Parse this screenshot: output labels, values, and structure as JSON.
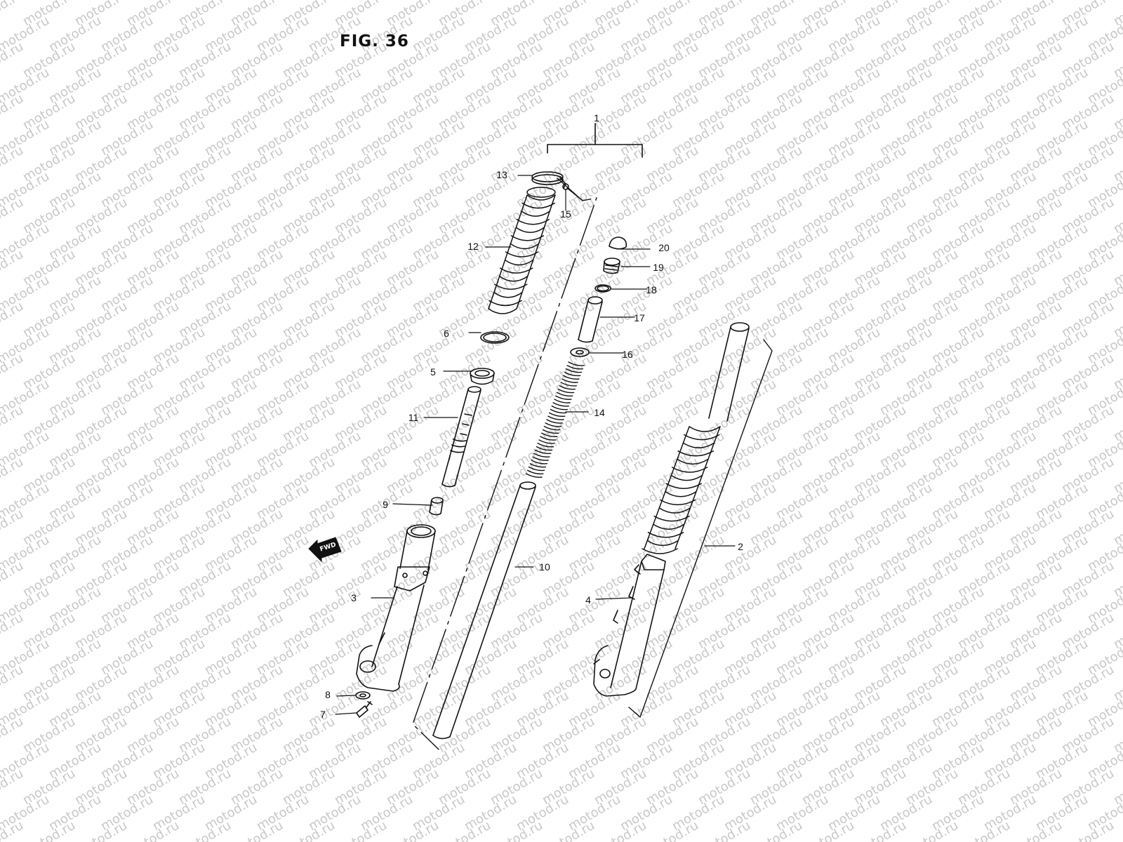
{
  "figure": {
    "title": "FIG. 36",
    "watermark_text": "motod.ru",
    "forward_marker": "FWD"
  },
  "callouts": [
    {
      "id": "1",
      "text": "1"
    },
    {
      "id": "2",
      "text": "2"
    },
    {
      "id": "3",
      "text": "3"
    },
    {
      "id": "4",
      "text": "4"
    },
    {
      "id": "5",
      "text": "5"
    },
    {
      "id": "6",
      "text": "6"
    },
    {
      "id": "7",
      "text": "7"
    },
    {
      "id": "8",
      "text": "8"
    },
    {
      "id": "9",
      "text": "9"
    },
    {
      "id": "10",
      "text": "10"
    },
    {
      "id": "11",
      "text": "11"
    },
    {
      "id": "12",
      "text": "12"
    },
    {
      "id": "13",
      "text": "13"
    },
    {
      "id": "14",
      "text": "14"
    },
    {
      "id": "15",
      "text": "15"
    },
    {
      "id": "16",
      "text": "16"
    },
    {
      "id": "17",
      "text": "17"
    },
    {
      "id": "18",
      "text": "18"
    },
    {
      "id": "19",
      "text": "19"
    },
    {
      "id": "20",
      "text": "20"
    }
  ],
  "colors": {
    "line": "#111111",
    "watermark": "#c8c8c8",
    "background": "#ffffff"
  }
}
